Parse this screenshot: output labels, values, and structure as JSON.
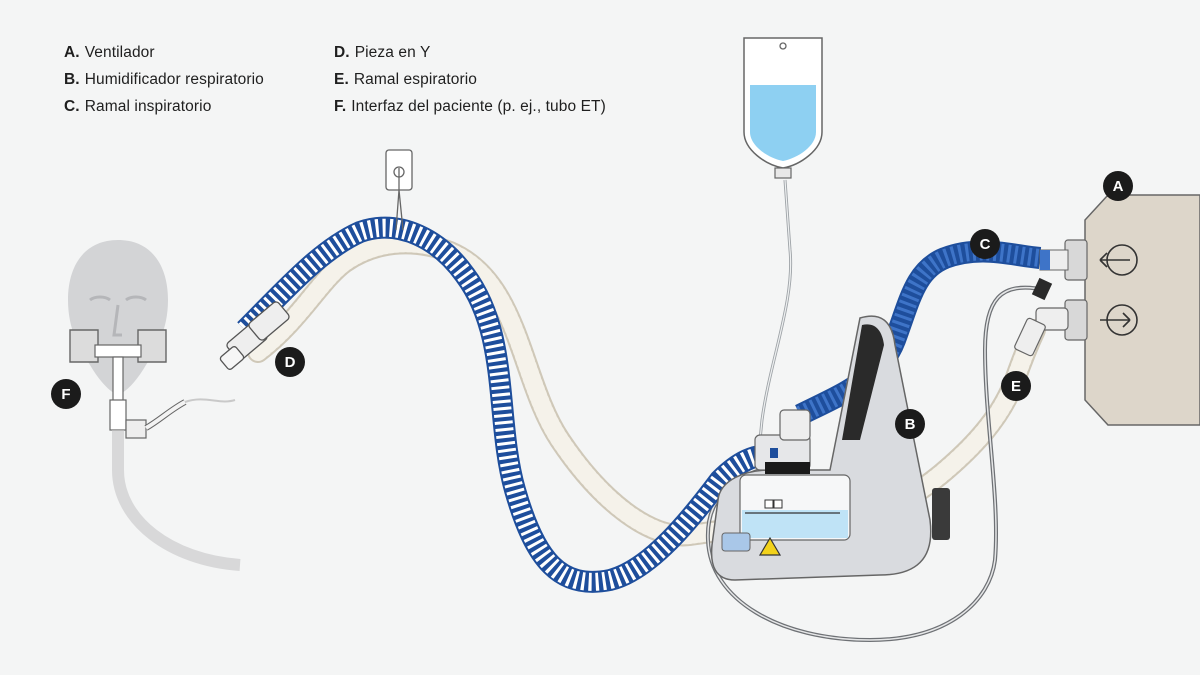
{
  "legend": [
    {
      "key": "A.",
      "label": "Ventilador"
    },
    {
      "key": "B.",
      "label": "Humidificador respiratorio"
    },
    {
      "key": "C.",
      "label": "Ramal inspiratorio"
    },
    {
      "key": "D.",
      "label": "Pieza en Y"
    },
    {
      "key": "E.",
      "label": "Ramal espiratorio"
    },
    {
      "key": "F.",
      "label": "Interfaz del paciente (p. ej., tubo ET)"
    }
  ],
  "badges": {
    "a": "A",
    "b": "B",
    "c": "C",
    "d": "D",
    "e": "E",
    "f": "F"
  },
  "colors": {
    "inspiratory_tube": "#2f5fae",
    "expiratory_tube": "#f2efe6",
    "ventilator_body": "#ddd6ca",
    "humidifier_body": "#d9dbdf",
    "water": "#8ed0f2",
    "badge": "#1b1b1b"
  }
}
